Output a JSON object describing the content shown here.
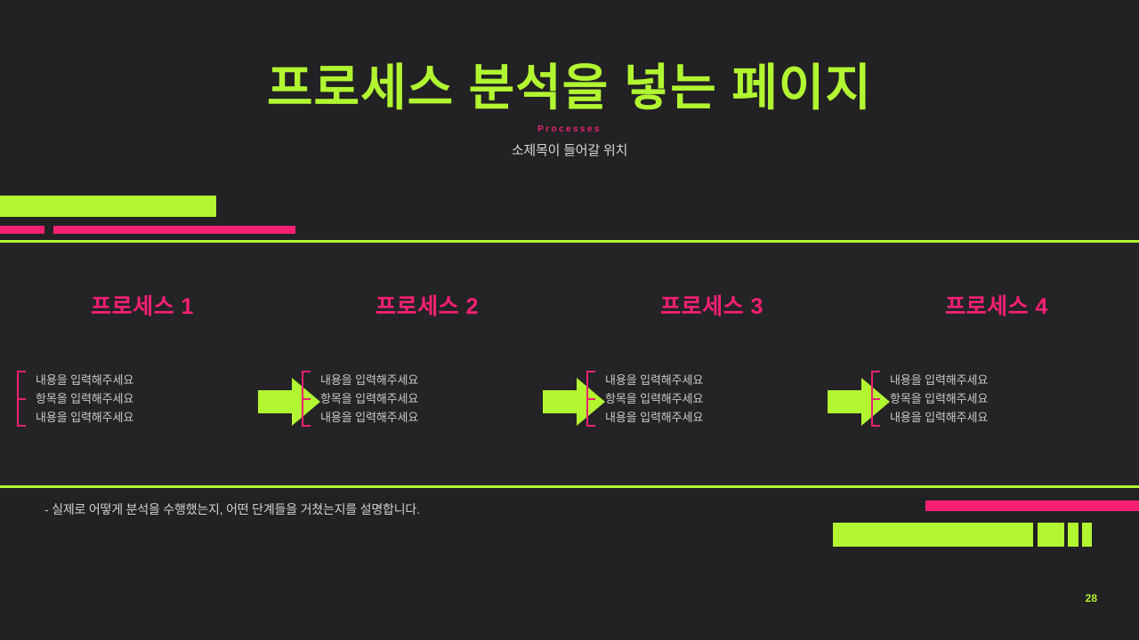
{
  "slide": {
    "page_number": "28",
    "colors": {
      "background": "#222124",
      "panel": "#242326",
      "green": "#b2f531",
      "pink": "#f92073",
      "pink_text": "#e8246f",
      "body_text": "#c9c9c9"
    }
  },
  "header": {
    "title": "프로세스 분석을 넣는 페이지",
    "eyebrow": "Processes",
    "subtitle": "소제목이 들어갈 위치"
  },
  "processes": [
    {
      "heading": "프로세스 1",
      "bullets": [
        "내용을 입력해주세요",
        "항목을 입력해주세요",
        "내용을 입력해주세요"
      ],
      "arrow": "arrow-right-icon"
    },
    {
      "heading": "프로세스 2",
      "bullets": [
        "내용을 입력해주세요",
        "항목을 입력해주세요",
        "내용을 입력해주세요"
      ],
      "arrow": "arrow-right-icon"
    },
    {
      "heading": "프로세스 3",
      "bullets": [
        "내용을 입력해주세요",
        "항목을 입력해주세요",
        "내용을 입력해주세요"
      ],
      "arrow": "arrow-right-icon"
    },
    {
      "heading": "프로세스 4",
      "bullets": [
        "내용을 입력해주세요",
        "항목을 입력해주세요",
        "내용을 입력해주세요"
      ],
      "arrow": null
    }
  ],
  "footer": {
    "note": "- 실제로 어떻게 분석을 수행했는지, 어떤 단계들을 거쳤는지를 설명합니다."
  }
}
